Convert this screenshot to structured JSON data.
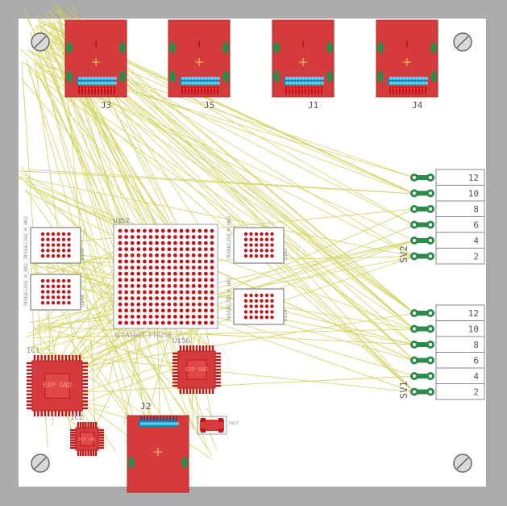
{
  "colors": {
    "background": "#ababab",
    "board": "#ffffff",
    "copper": "#d63b3b",
    "pad": "#c0161a",
    "airwire": "#cfcf55",
    "silk": "#9a9a9a",
    "green_pad": "#2e8a4a",
    "blue_pad": "#2aa8d8",
    "hole": "#d0d0d0"
  },
  "top_connectors": [
    {
      "ref": "J3",
      "label": "J3"
    },
    {
      "ref": "J5",
      "label": "J5"
    },
    {
      "ref": "J1",
      "label": "J1"
    },
    {
      "ref": "J4",
      "label": "J4"
    }
  ],
  "bottom_connector": {
    "ref": "J2",
    "label": "J2"
  },
  "headers": [
    {
      "ref": "SV2",
      "label": "SV2",
      "pins": [
        "12",
        "10",
        "8",
        "6",
        "4",
        "2"
      ]
    },
    {
      "ref": "SV1",
      "label": "SV1",
      "pins": [
        "12",
        "10",
        "8",
        "6",
        "4",
        "2"
      ]
    }
  ],
  "fpga": {
    "ref": "U$52",
    "label": "U$52",
    "part": "XC7A100T_FTG256"
  },
  "bga_small": [
    {
      "label": "7KSGA12GQ_H_H02"
    },
    {
      "label": "7KSGA12GQ_H_H02"
    },
    {
      "label": "7KSGA12GQ_H_H03"
    },
    {
      "label": "7KSGA12GQ_H_H02"
    }
  ],
  "bga_small_refs": [
    "U$58",
    "U$54",
    "U$97",
    "U$19"
  ],
  "qfp_chips": [
    {
      "ref": "IC1",
      "label": "IC1",
      "pad_text": "EXP GND"
    },
    {
      "ref": "U$56",
      "label": "U$56",
      "pad_text": "EXP GND"
    },
    {
      "ref": "IC2",
      "label": "IC2",
      "pad_text": "EXP GND"
    }
  ],
  "small_part": {
    "ref": "U$57",
    "label": "U$57"
  }
}
